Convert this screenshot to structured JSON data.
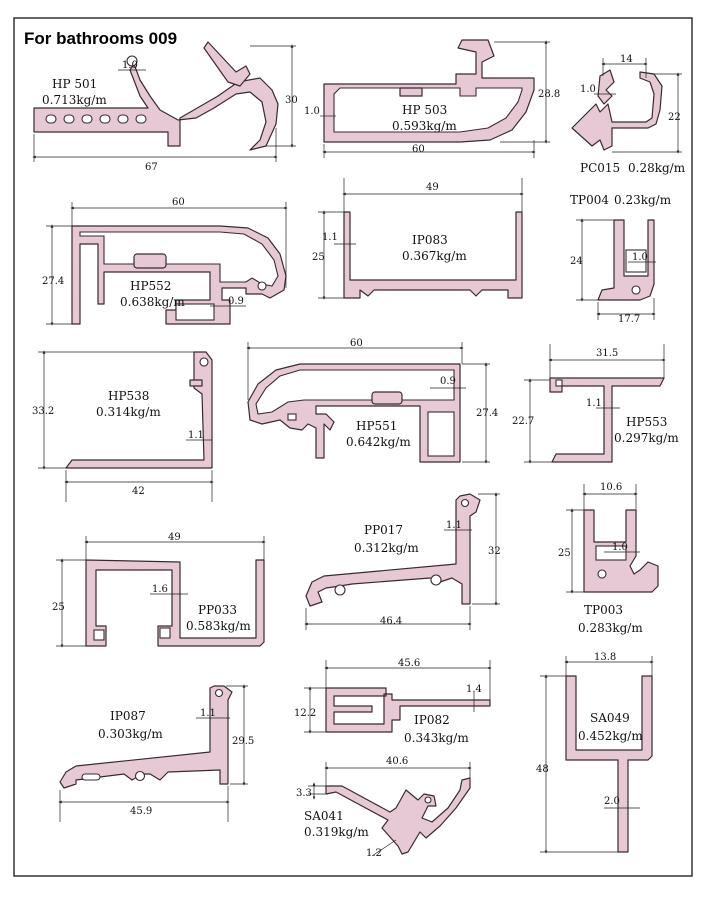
{
  "title": "For bathrooms 009",
  "colors": {
    "profile_fill": "#e7c9d6",
    "profile_stroke": "#3a2a30",
    "background": "#ffffff"
  },
  "profiles": [
    {
      "code": "HP 501",
      "weight": "0.713kg/m",
      "dims": [
        "67",
        "30",
        "1.0"
      ]
    },
    {
      "code": "HP 503",
      "weight": "0.593kg/m",
      "dims": [
        "60",
        "28.8",
        "1.0"
      ]
    },
    {
      "code": "PC015",
      "weight": "0.28kg/m",
      "dims": [
        "14",
        "22",
        "1.0"
      ]
    },
    {
      "code": "HP552",
      "weight": "0.638kg/m",
      "dims": [
        "60",
        "27.4",
        "0.9"
      ]
    },
    {
      "code": "IP083",
      "weight": "0.367kg/m",
      "dims": [
        "49",
        "25",
        "1.1"
      ]
    },
    {
      "code": "TP004",
      "weight": "0.23kg/m",
      "dims": [
        "24",
        "17.7",
        "1.0"
      ]
    },
    {
      "code": "HP538",
      "weight": "0.314kg/m",
      "dims": [
        "33.2",
        "42",
        "1.1"
      ]
    },
    {
      "code": "HP551",
      "weight": "0.642kg/m",
      "dims": [
        "60",
        "27.4",
        "0.9"
      ]
    },
    {
      "code": "HP553",
      "weight": "0.297kg/m",
      "dims": [
        "31.5",
        "22.7",
        "1.1"
      ]
    },
    {
      "code": "PP033",
      "weight": "0.583kg/m",
      "dims": [
        "49",
        "25",
        "1.6"
      ]
    },
    {
      "code": "PP017",
      "weight": "0.312kg/m",
      "dims": [
        "32",
        "46.4",
        "1.1"
      ]
    },
    {
      "code": "TP003",
      "weight": "0.283kg/m",
      "dims": [
        "10.6",
        "25",
        "1.0"
      ]
    },
    {
      "code": "IP087",
      "weight": "0.303kg/m",
      "dims": [
        "29.5",
        "45.9",
        "1.1"
      ]
    },
    {
      "code": "IP082",
      "weight": "0.343kg/m",
      "dims": [
        "45.6",
        "12.2",
        "1.4"
      ]
    },
    {
      "code": "SA041",
      "weight": "0.319kg/m",
      "dims": [
        "40.6",
        "3.3",
        "1.2"
      ]
    },
    {
      "code": "SA049",
      "weight": "0.452kg/m",
      "dims": [
        "13.8",
        "48",
        "2.0"
      ]
    }
  ]
}
